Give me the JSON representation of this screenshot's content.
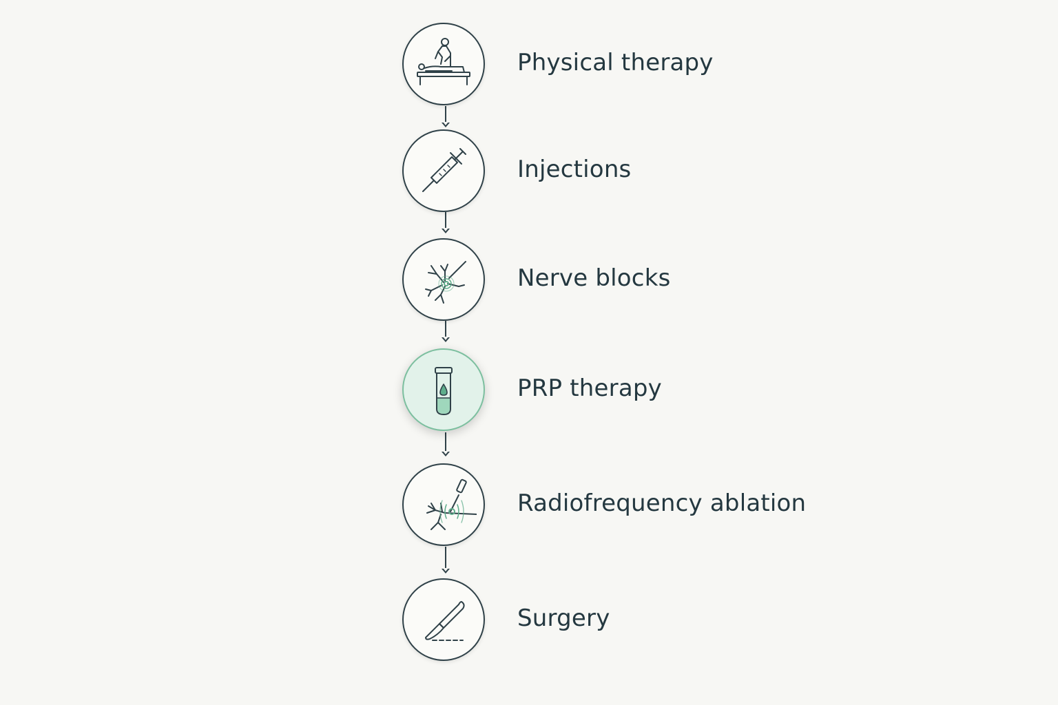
{
  "steps": [
    {
      "label": "Physical therapy",
      "icon": "massage-table-icon",
      "highlighted": false
    },
    {
      "label": "Injections",
      "icon": "syringe-icon",
      "highlighted": false
    },
    {
      "label": "Nerve blocks",
      "icon": "nerve-block-icon",
      "highlighted": false
    },
    {
      "label": "PRP therapy",
      "icon": "test-tube-icon",
      "highlighted": true
    },
    {
      "label": "Radiofrequency ablation",
      "icon": "rf-probe-nerve-icon",
      "highlighted": false
    },
    {
      "label": "Surgery",
      "icon": "scalpel-icon",
      "highlighted": false
    }
  ],
  "colors": {
    "background": "#f7f7f4",
    "line": "#2f4148",
    "text": "#243840",
    "accent": "#5fae8c",
    "highlight_fill": "#e2f2ea"
  }
}
